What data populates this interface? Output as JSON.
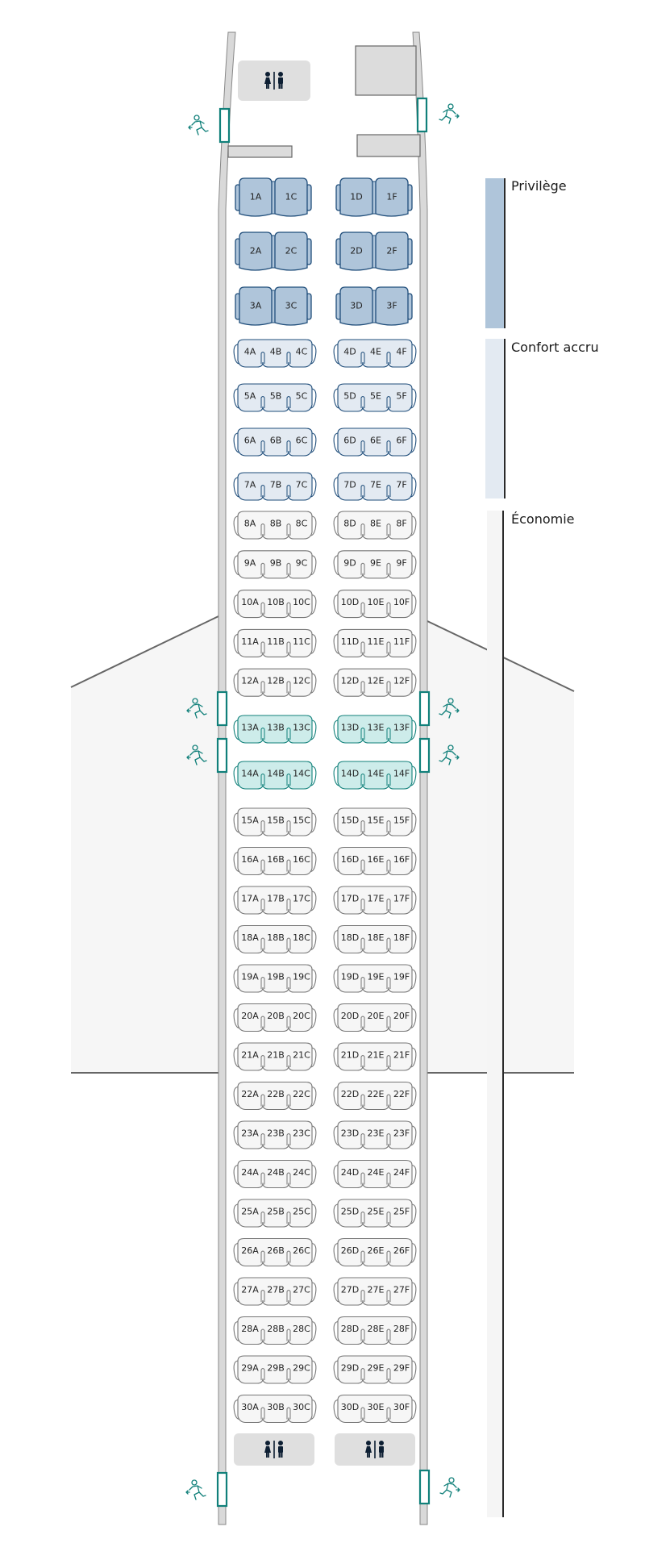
{
  "legend": [
    {
      "label": "Privilège",
      "color": "#afc5da",
      "rows": [
        1,
        3
      ]
    },
    {
      "label": "Confort accru",
      "color": "#e3eaf2",
      "rows": [
        4,
        7
      ]
    },
    {
      "label": "Économie",
      "color": "#f5f5f5",
      "rows": [
        8,
        30
      ]
    }
  ],
  "colors": {
    "privilege_fill": "#afc5da",
    "privilege_stroke": "#1f4d7a",
    "comfort_fill": "#e3eaf2",
    "comfort_stroke": "#1f4d7a",
    "economy_fill": "#f6f6f6",
    "economy_stroke": "#777777",
    "exit_row_fill": "#cdecea",
    "exit_row_stroke": "#11807a",
    "exit_door": "#11807a",
    "fuselage_wall": "#d9d9d9",
    "galley": "#dcdcdc",
    "lavatory": "#dfdfdf",
    "lavatory_icon": "#0d1f33",
    "wing": "#f6f6f6"
  },
  "cabin": {
    "privilege_rows": [
      {
        "row": 1,
        "left": [
          "1A",
          "1C"
        ],
        "right": [
          "1D",
          "1F"
        ]
      },
      {
        "row": 2,
        "left": [
          "2A",
          "2C"
        ],
        "right": [
          "2D",
          "2F"
        ]
      },
      {
        "row": 3,
        "left": [
          "3A",
          "3C"
        ],
        "right": [
          "3D",
          "3F"
        ]
      }
    ],
    "comfort_rows": [
      4,
      5,
      6,
      7
    ],
    "economy_rows": [
      8,
      9,
      10,
      11,
      12,
      13,
      14,
      15,
      16,
      17,
      18,
      19,
      20,
      21,
      22,
      23,
      24,
      25,
      26,
      27,
      28,
      29,
      30
    ],
    "exit_rows": [
      13,
      14
    ],
    "left_letters": [
      "A",
      "B",
      "C"
    ],
    "right_letters": [
      "D",
      "E",
      "F"
    ]
  },
  "facilities": {
    "lavatory_icon": "restroom-icon",
    "exit_icon": "emergency-exit-icon"
  }
}
